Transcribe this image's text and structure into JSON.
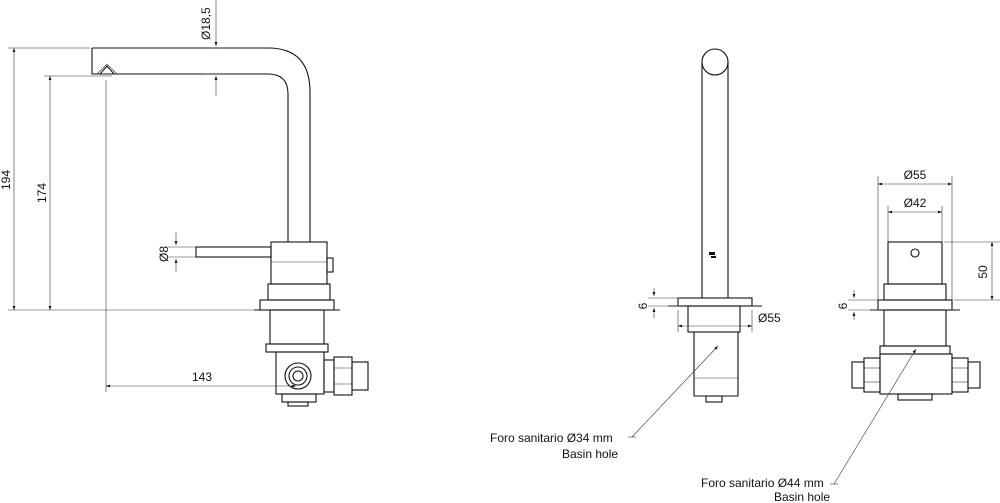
{
  "dims": {
    "d185": "Ø18,5",
    "h194": "194",
    "h174": "174",
    "d8": "Ø8",
    "w143": "143",
    "six_mid": "6",
    "d55_mid": "Ø55",
    "d55_right": "Ø55",
    "d42_right": "Ø42",
    "h50": "50",
    "six_right": "6"
  },
  "notes": {
    "hole_mid_line1": "Foro sanitario Ø34 mm",
    "hole_mid_line2": "Basin hole",
    "hole_right_line1": "Foro sanitario Ø44 mm",
    "hole_right_line2": "Basin hole"
  }
}
